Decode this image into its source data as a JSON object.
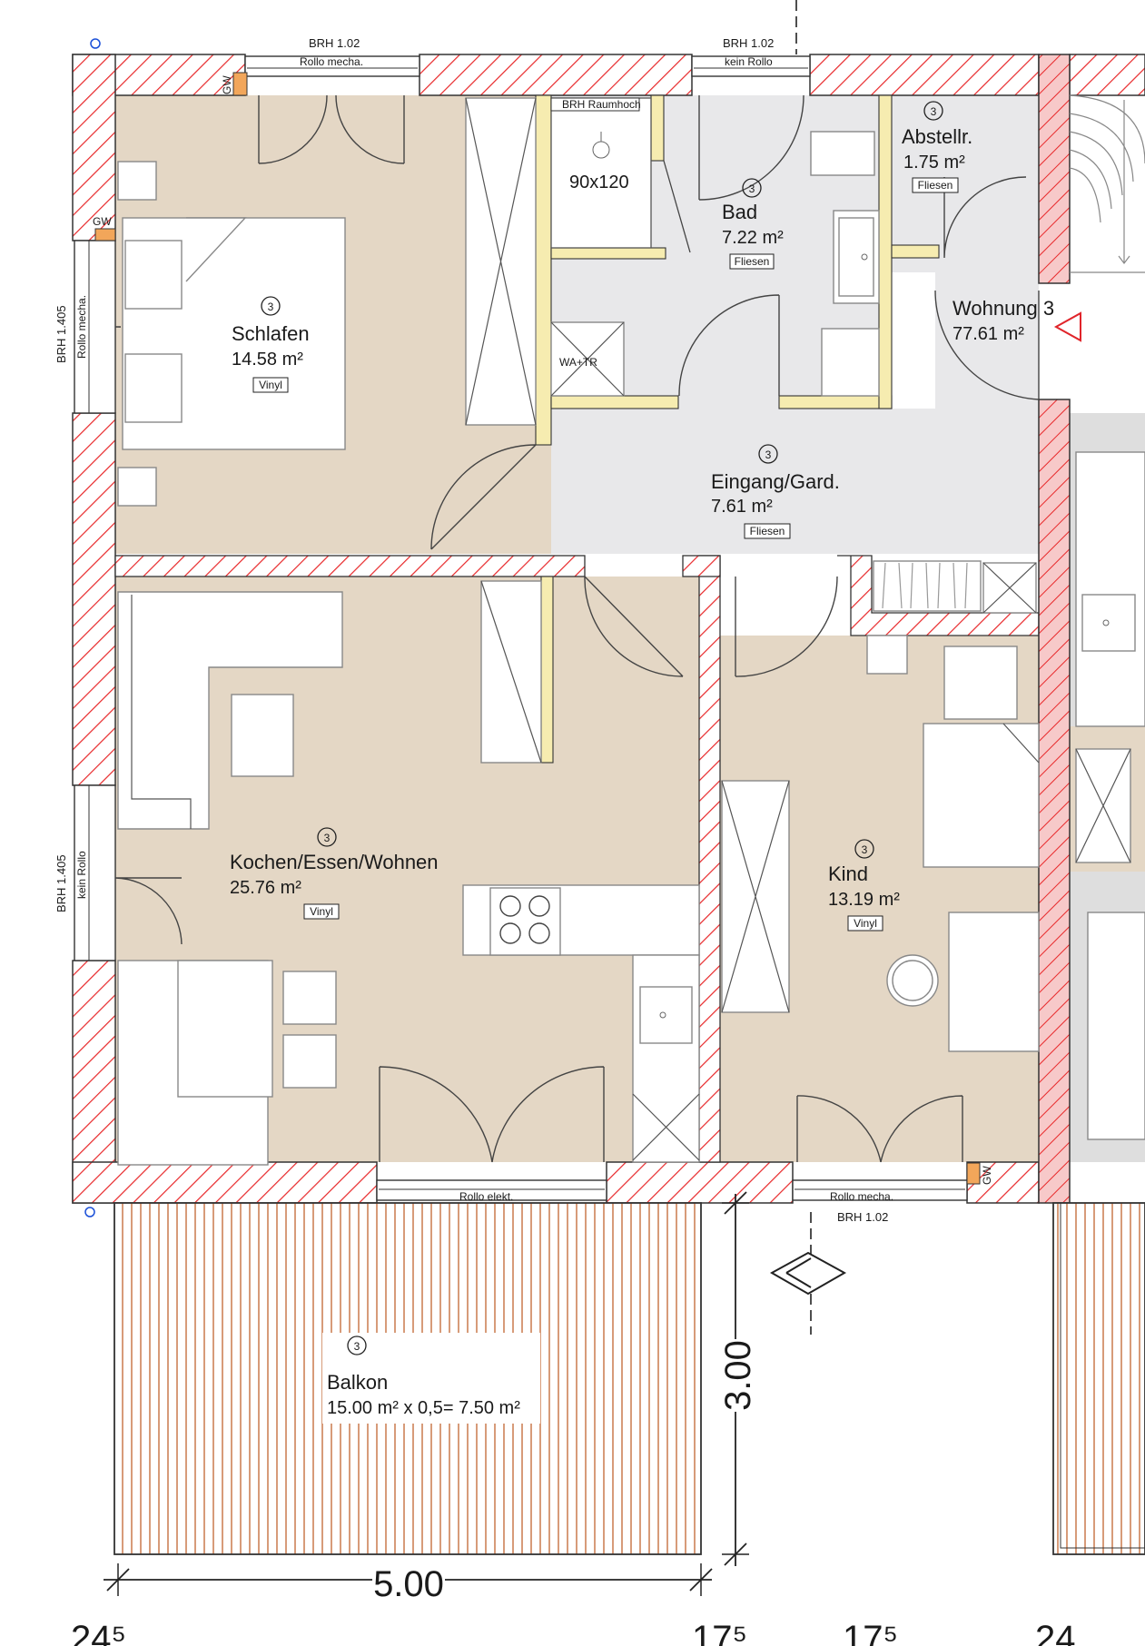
{
  "colors": {
    "wall_hatch": "#e8282a",
    "floor_vinyl": "#e4d7c5",
    "floor_tiles": "#e8e8ea",
    "stair_wall": "#f5c1c1",
    "marker": "#e0242a",
    "yellow_wall": "#f6ecb0"
  },
  "rooms": [
    {
      "id": "schlafen",
      "marker": "3",
      "name": "Schlafen",
      "area": "14.58 m²",
      "floor": "Vinyl"
    },
    {
      "id": "bad",
      "marker": "3",
      "name": "Bad",
      "area": "7.22 m²",
      "floor": "Fliesen"
    },
    {
      "id": "abstellr",
      "marker": "3",
      "name": "Abstellr.",
      "area": "1.75 m²",
      "floor": "Fliesen"
    },
    {
      "id": "eingang",
      "marker": "3",
      "name": "Eingang/Gard.",
      "area": "7.61 m²",
      "floor": "Fliesen"
    },
    {
      "id": "kochen",
      "marker": "3",
      "name": "Kochen/Essen/Wohnen",
      "area": "25.76 m²",
      "floor": "Vinyl"
    },
    {
      "id": "kind",
      "marker": "3",
      "name": "Kind",
      "area": "13.19 m²",
      "floor": "Vinyl"
    },
    {
      "id": "balkon",
      "marker": "3",
      "name": "Balkon",
      "area": "15.00 m² x 0,5= 7.50 m²"
    }
  ],
  "unit": {
    "name": "Wohnung 3",
    "area": "77.61 m²"
  },
  "annotations": {
    "brh_top_left": "BRH 1.02",
    "rollo_top_left": "Rollo mecha.",
    "brh_top_right": "BRH 1.02",
    "rollo_top_right": "kein Rollo",
    "brh_left_upper": "BRH 1.405",
    "rollo_left_upper": "Rollo mecha.",
    "brh_left_lower": "BRH 1.405",
    "rollo_left_lower": "kein Rollo",
    "rollo_bottom_left": "Rollo elekt.",
    "rollo_bottom_right": "Rollo mecha.",
    "brh_bottom_right": "BRH 1.02",
    "gw_top": "GW",
    "gw_left": "GW",
    "gw_bottom": "GW",
    "shower": "90x120",
    "brh_raumhoch": "BRH Raumhoch",
    "wama_tr": "WA+TR"
  },
  "dimensions": {
    "width": "5.00",
    "depth": "3.00",
    "bottom_marks": [
      "24⁵",
      "17⁵",
      "17⁵",
      "24"
    ]
  }
}
